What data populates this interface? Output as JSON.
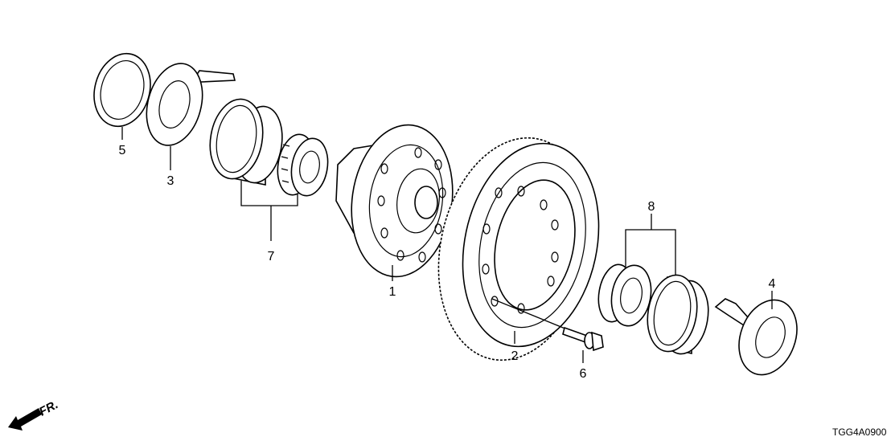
{
  "diagram": {
    "callouts": {
      "p1": "1",
      "p2": "2",
      "p3": "3",
      "p4": "4",
      "p5": "5",
      "p6": "6",
      "p7": "7",
      "p8": "8"
    },
    "direction_label": "FR.",
    "diagram_code": "TGG4A0900"
  }
}
